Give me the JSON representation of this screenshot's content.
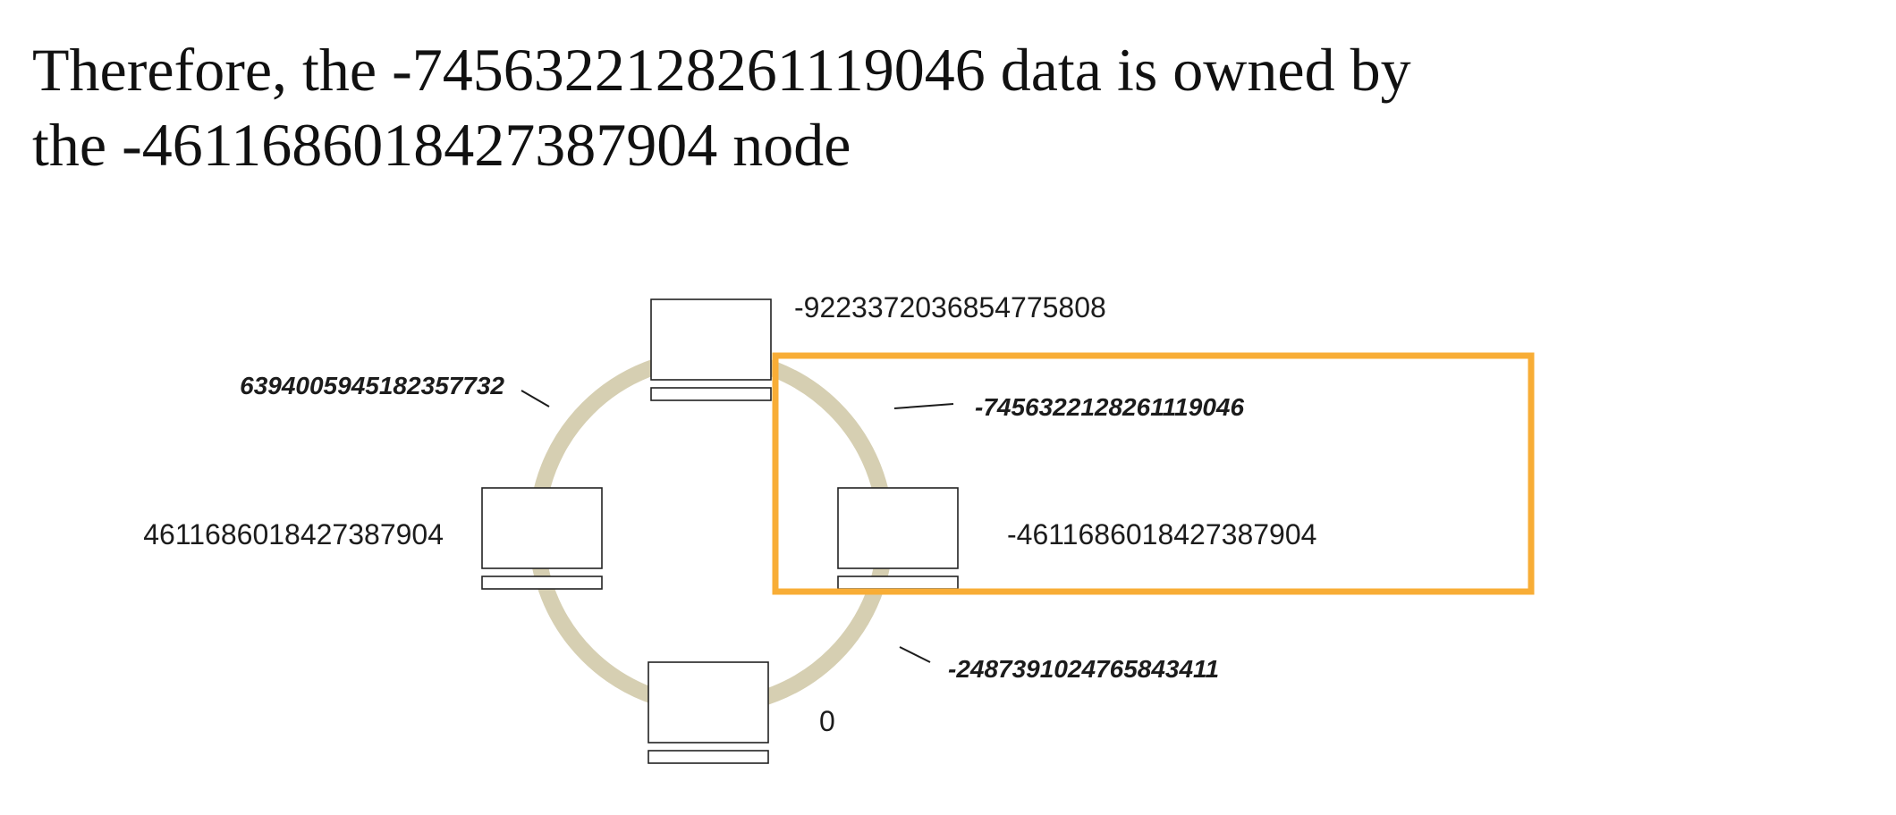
{
  "heading": {
    "line1": "Therefore, the -7456322128261119046 data is owned by",
    "line2": "the -4611686018427387904 node"
  },
  "nodes": {
    "top": {
      "token": "-9223372036854775808",
      "icon": "laptop-icon"
    },
    "right": {
      "token": "-4611686018427387904",
      "icon": "laptop-icon"
    },
    "bottom": {
      "token": "0",
      "icon": "laptop-icon"
    },
    "left": {
      "token": "4611686018427387904",
      "icon": "laptop-icon"
    }
  },
  "data_tokens": {
    "upper_left": "6394005945182357732",
    "upper_right": "-7456322128261119046",
    "lower_right": "-2487391024765843411"
  },
  "colors": {
    "ring": "#d6cfb2",
    "highlight": "#f8ad36",
    "laptop_stroke": "#222222"
  }
}
